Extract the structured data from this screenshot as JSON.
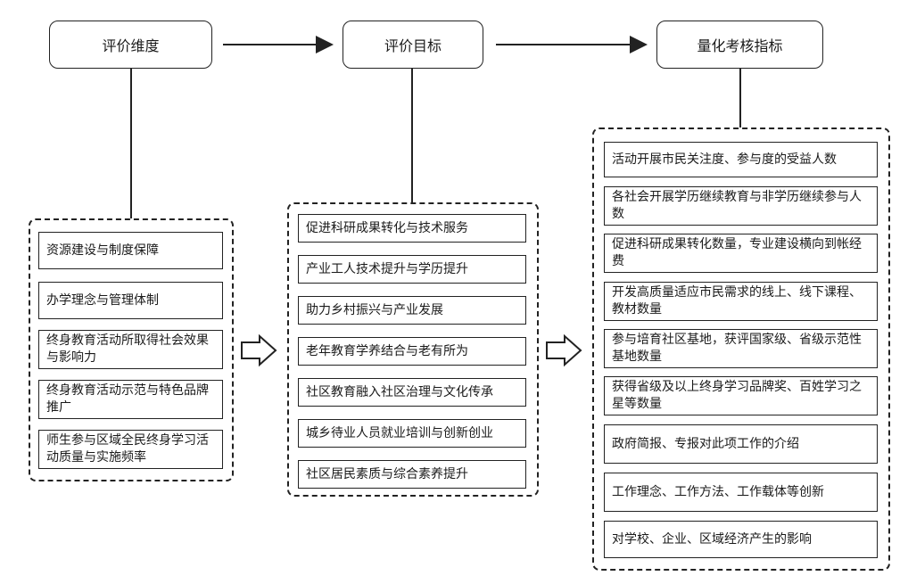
{
  "headers": [
    "评价维度",
    "评价目标",
    "量化考核指标"
  ],
  "dimensions": [
    "资源建设与制度保障",
    "办学理念与管理体制",
    "终身教育活动所取得社会效果与影响力",
    "终身教育活动示范与特色品牌推广",
    "师生参与区域全民终身学习活动质量与实施频率"
  ],
  "goals": [
    "促进科研成果转化与技术服务",
    "产业工人技术提升与学历提升",
    "助力乡村振兴与产业发展",
    "老年教育学养结合与老有所为",
    "社区教育融入社区治理与文化传承",
    "城乡待业人员就业培训与创新创业",
    "社区居民素质与综合素养提升"
  ],
  "indicators": [
    "活动开展市民关注度、参与度的受益人数",
    "各社会开展学历继续教育与非学历继续参与人数",
    "促进科研成果转化数量，专业建设横向到帐经费",
    "开发高质量适应市民需求的线上、线下课程、教材数量",
    "参与培育社区基地，获评国家级、省级示范性基地数量",
    "获得省级及以上终身学习品牌奖、百姓学习之星等数量",
    "政府简报、专报对此项工作的介绍",
    "工作理念、工作方法、工作载体等创新",
    "对学校、企业、区域经济产生的影响"
  ]
}
